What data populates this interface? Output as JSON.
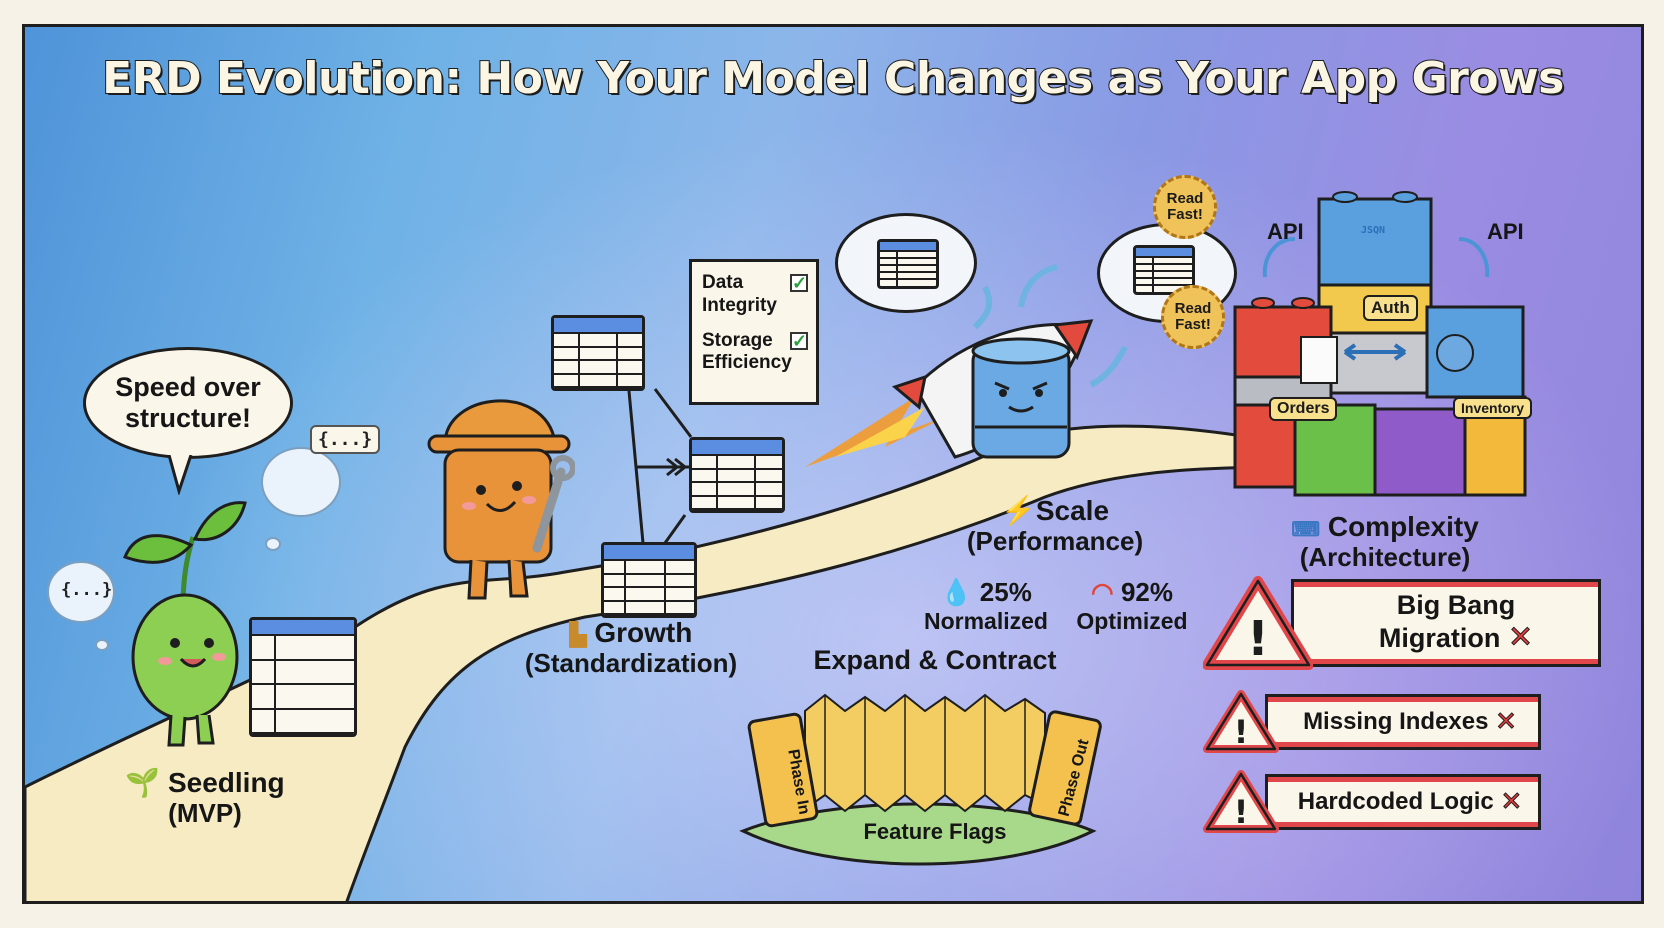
{
  "title": "ERD Evolution: How Your Model Changes as Your App Grows",
  "colors": {
    "background_left": "#4f93d9",
    "background_right": "#8f84dc",
    "path": "#f6ebc2",
    "table_header": "#5b8ee0",
    "warning_red": "#e0464a",
    "badge_gold": "#f0c35a",
    "seedling_green": "#7cc444",
    "builder_orange": "#e8923a"
  },
  "stages": [
    {
      "id": "seedling",
      "icon": "seedling-icon",
      "title": "Seedling",
      "subtitle": "(MVP)",
      "speech_bubble": "Speed over structure!",
      "thought_tags": [
        "{...}",
        "{...}"
      ]
    },
    {
      "id": "growth",
      "icon": "building-icon",
      "title": "Growth",
      "subtitle": "(Standardization)",
      "checklist": [
        {
          "label": "Data Integrity",
          "checked": true
        },
        {
          "label": "Storage Efficiency",
          "checked": true
        }
      ]
    },
    {
      "id": "scale",
      "icon": "lightning-icon",
      "title": "Scale",
      "subtitle": "(Performance)",
      "badges": [
        "Read Fast!",
        "Read Fast!"
      ],
      "stats": [
        {
          "icon": "drop-icon",
          "value": "25%",
          "label": "Normalized"
        },
        {
          "icon": "gauge-icon",
          "value": "92%",
          "label": "Optimized"
        }
      ]
    },
    {
      "id": "complexity",
      "icon": "keyboard-icon",
      "title": "Complexity",
      "subtitle": "(Architecture)",
      "api_labels": [
        "API",
        "API"
      ],
      "blocks": [
        "Auth",
        "Orders",
        "Inventory"
      ],
      "file_label": "JSQN"
    }
  ],
  "strategy": {
    "title": "Expand & Contract",
    "left_panel": "Phase In",
    "right_panel": "Phase Out",
    "net_label": "Feature Flags"
  },
  "anti_patterns": [
    {
      "label_line1": "Big Bang",
      "label_line2": "Migration",
      "mark": "✕"
    },
    {
      "label_line1": "Missing Indexes",
      "label_line2": "",
      "mark": "✕"
    },
    {
      "label_line1": "Hardcoded Logic",
      "label_line2": "",
      "mark": "✕"
    }
  ]
}
